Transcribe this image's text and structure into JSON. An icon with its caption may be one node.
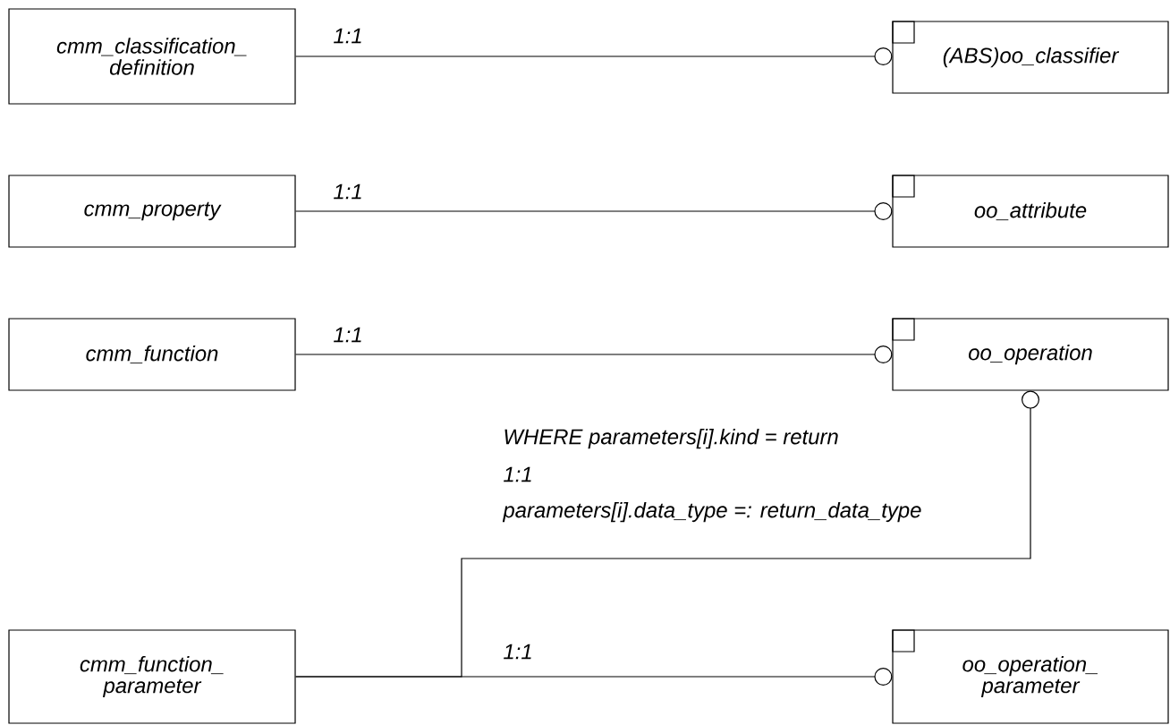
{
  "diagram": {
    "nodes": [
      {
        "text": [
          "cmm_classification_ definition"
        ]
      },
      {
        "text": [
          "(ABS)oo_classifier"
        ]
      },
      {
        "text": [
          "cmm_property"
        ]
      },
      {
        "text": [
          "oo_attribute"
        ]
      },
      {
        "text": [
          "cmm_function"
        ]
      },
      {
        "text": [
          "oo_operation"
        ]
      },
      {
        "text": [
          "cmm_function_ parameter"
        ]
      },
      {
        "text": [
          "oo_operation_ parameter"
        ]
      }
    ],
    "edges": [
      {
        "from": 0,
        "to": 1,
        "arrow": "other",
        "label": "1:1"
      },
      {
        "from": 2,
        "to": 3,
        "arrow": "other",
        "label": "1:1"
      },
      {
        "from": 4,
        "to": 5,
        "arrow": "other",
        "label": "1:1"
      },
      {
        "from": 6,
        "to": 5,
        "arrow": "other",
        "label": "1:1"
      },
      {
        "from": 6,
        "to": 7,
        "arrow": "other",
        "label": "1:1"
      }
    ],
    "labels": [
      "WHERE parameters[i].kind = return",
      "parameters[i].data_type =: return_data_type"
    ]
  }
}
